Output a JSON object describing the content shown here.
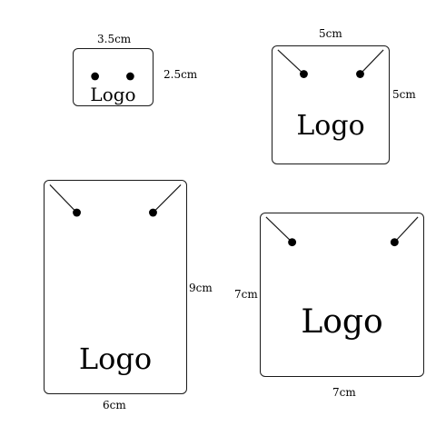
{
  "cards": [
    {
      "logo": "Logo",
      "width_label": "3.5cm",
      "height_label": "2.5cm",
      "hanger_lines": false
    },
    {
      "logo": "Logo",
      "width_label": "5cm",
      "height_label": "5cm",
      "hanger_lines": true
    },
    {
      "logo": "Logo",
      "width_label": "6cm",
      "height_label": "9cm",
      "hanger_lines": true
    },
    {
      "logo": "Logo",
      "width_label": "7cm",
      "height_label": "7cm",
      "hanger_lines": true
    }
  ],
  "colors": {
    "outline": "#1a1a1a",
    "hole": "#000000",
    "background": "#ffffff"
  }
}
